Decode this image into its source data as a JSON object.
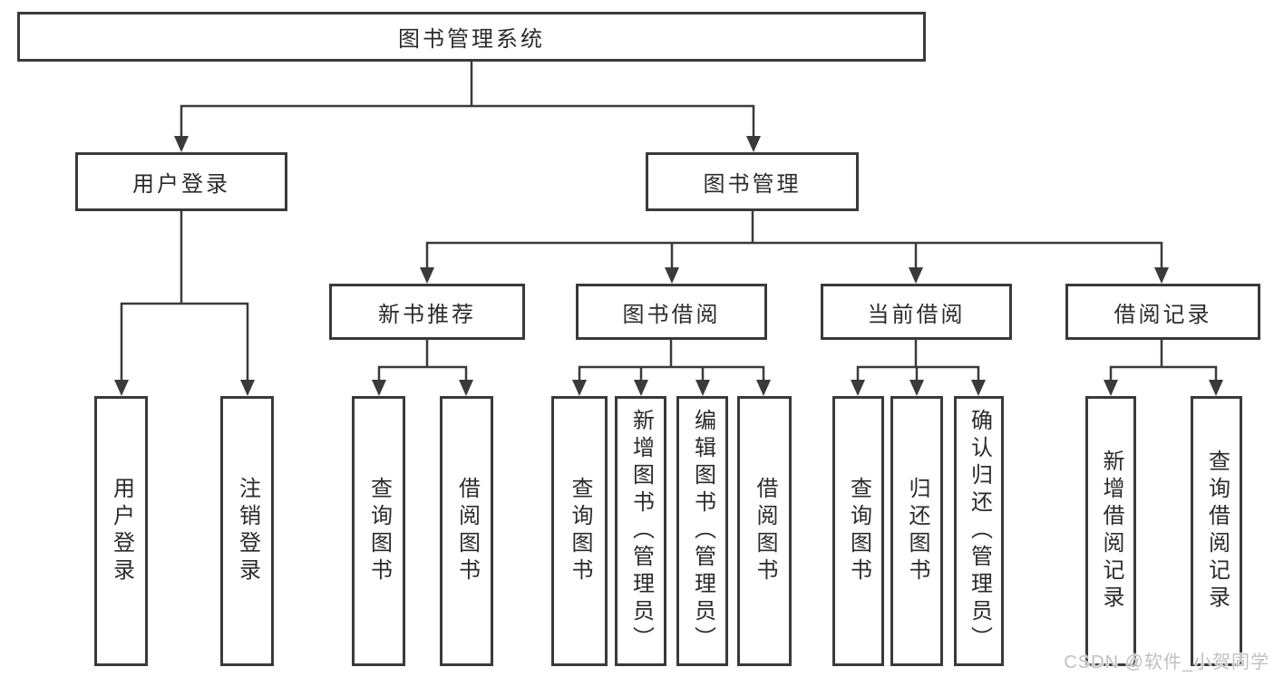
{
  "tree": {
    "label": "图书管理系统",
    "children": [
      {
        "label": "用户登录",
        "children": [
          {
            "label": "用户登录"
          },
          {
            "label": "注销登录"
          }
        ]
      },
      {
        "label": "图书管理",
        "children": [
          {
            "label": "新书推荐",
            "children": [
              {
                "label": "查询图书"
              },
              {
                "label": "借阅图书"
              }
            ]
          },
          {
            "label": "图书借阅",
            "children": [
              {
                "label": "查询图书"
              },
              {
                "label": "新增图书（管理员）"
              },
              {
                "label": "编辑图书（管理员）"
              },
              {
                "label": "借阅图书"
              }
            ]
          },
          {
            "label": "当前借阅",
            "children": [
              {
                "label": "查询图书"
              },
              {
                "label": "归还图书"
              },
              {
                "label": "确认归还（管理员）"
              }
            ]
          },
          {
            "label": "借阅记录",
            "children": [
              {
                "label": "新增借阅记录"
              },
              {
                "label": "查询借阅记录"
              }
            ]
          }
        ]
      }
    ]
  },
  "watermark": {
    "text": "CSDN @软件_小贺同学"
  },
  "colors": {
    "line": "#3a3a3a",
    "text": "#2b2b2b",
    "background": "#ffffff",
    "watermark": "#c0c0c0"
  }
}
